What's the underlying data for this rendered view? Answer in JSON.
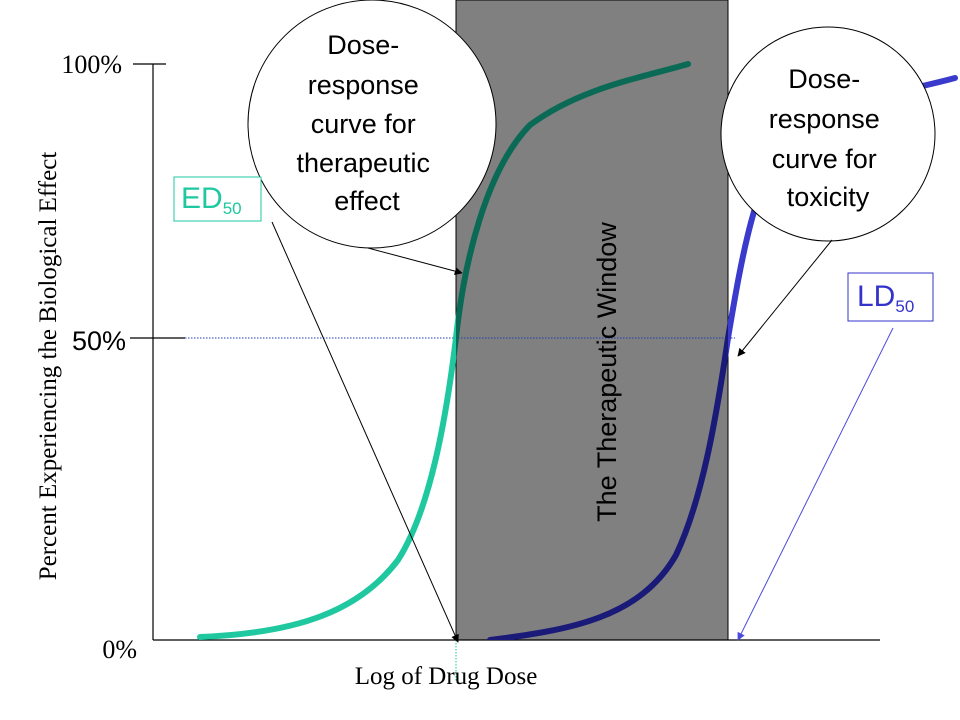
{
  "y_axis": {
    "label": "Percent Experiencing the Biological Effect",
    "tick_top": "100%",
    "tick_mid": "50%",
    "tick_bottom": "0%"
  },
  "x_axis": {
    "label": "Log of Drug Dose"
  },
  "window": {
    "label": "The Therapeutic Window",
    "fill": "#808080"
  },
  "ed50": {
    "main": "ED",
    "sub": "50",
    "color": "#1ec8a0"
  },
  "ld50": {
    "main": "LD",
    "sub": "50",
    "color": "#3333cc"
  },
  "callout_therapeutic": {
    "lines": [
      "Dose-",
      "response",
      "curve for",
      "therapeutic",
      "effect"
    ]
  },
  "callout_toxicity": {
    "lines": [
      "Dose-",
      "response",
      "curve for",
      "toxicity"
    ]
  },
  "colors": {
    "therapeutic_light": "#20c8a0",
    "therapeutic_dark": "#0b6a55",
    "toxic_light": "#3a3acc",
    "toxic_dark": "#1a1a78"
  }
}
